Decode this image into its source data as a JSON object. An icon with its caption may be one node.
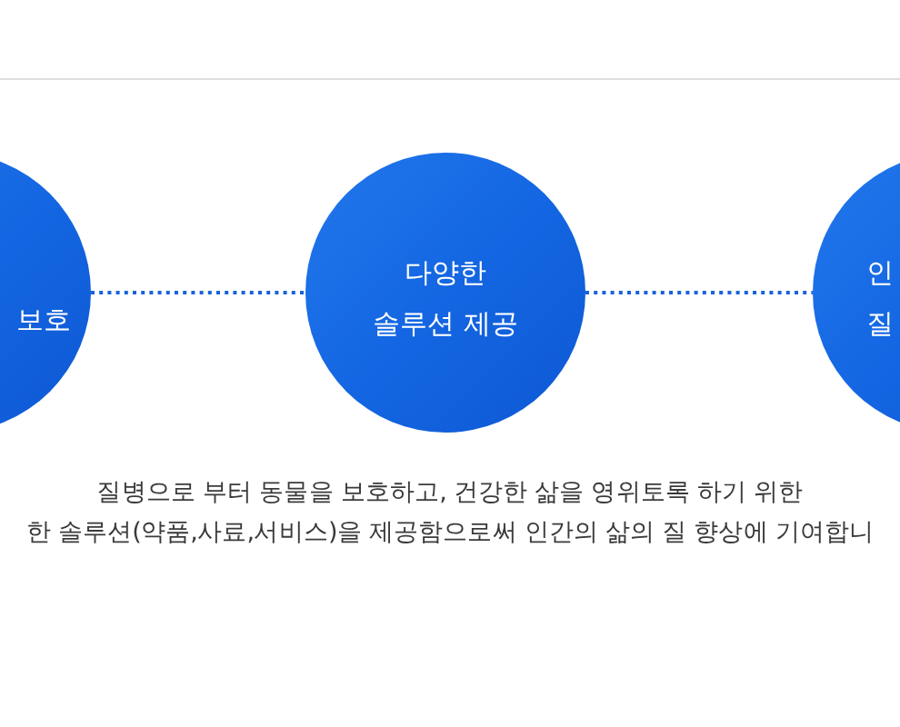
{
  "diagram": {
    "nodes": [
      {
        "text": [
          "보호"
        ]
      },
      {
        "text": [
          "다양한 솔루션 제공"
        ]
      },
      {
        "text": [
          "인 질"
        ]
      }
    ],
    "edges": [
      {
        "from": 0,
        "to": 1,
        "arrow": "none",
        "style": "dashed"
      },
      {
        "from": 1,
        "to": 2,
        "arrow": "none",
        "style": "dashed"
      }
    ],
    "labels": [
      "질병으로 부터 동물을 보호하고, 건강한 삶을 영위토록 하기 위한",
      "한 솔루션(약품,사료,서비스)을 제공함으로써 인간의 삶의 질 향상에 기여합니"
    ]
  }
}
